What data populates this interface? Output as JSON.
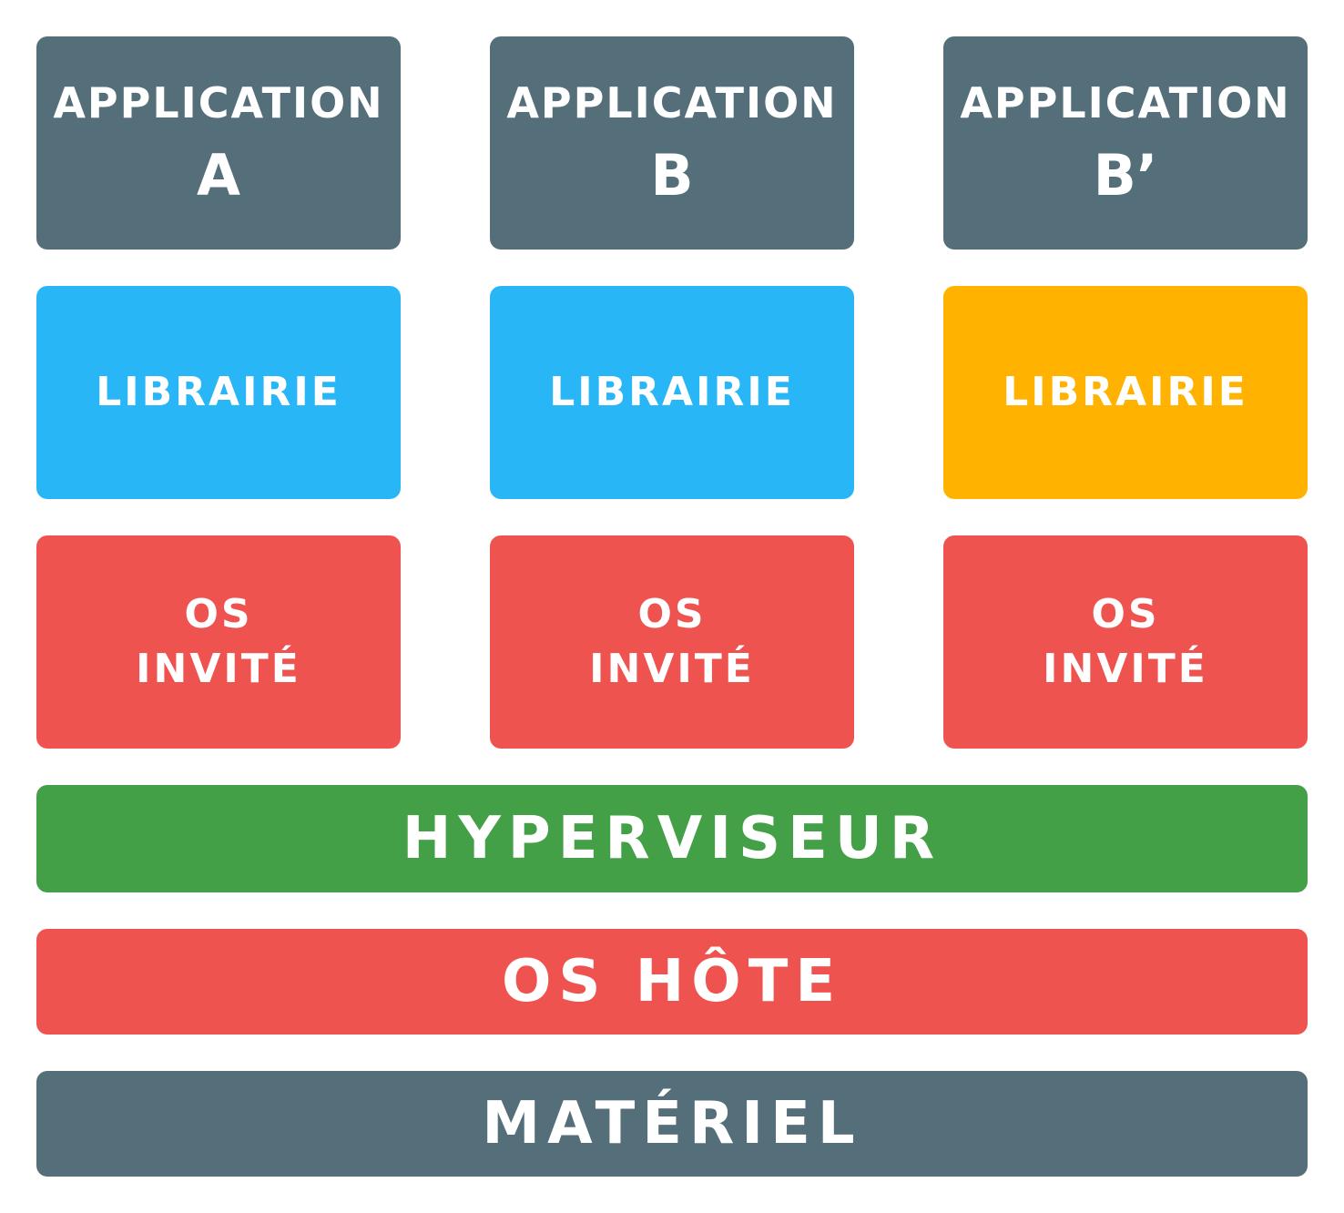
{
  "colors": {
    "application": "#546E7A",
    "library_shared": "#29B6F6",
    "library_variant": "#FFB300",
    "guest_os": "#EF5350",
    "hypervisor": "#43A047",
    "host_os": "#EF5350",
    "hardware": "#546E7A",
    "text": "#FFFFFF",
    "background": "#FFFFFF"
  },
  "columns": [
    {
      "application": {
        "title": "APPLICATION",
        "letter": "A"
      },
      "library": {
        "label": "LIBRAIRIE",
        "color": "#29B6F6"
      },
      "guest_os": {
        "line1": "OS",
        "line2": "INVITÉ"
      }
    },
    {
      "application": {
        "title": "APPLICATION",
        "letter": "B"
      },
      "library": {
        "label": "LIBRAIRIE",
        "color": "#29B6F6"
      },
      "guest_os": {
        "line1": "OS",
        "line2": "INVITÉ"
      }
    },
    {
      "application": {
        "title": "APPLICATION",
        "letter": "B’"
      },
      "library": {
        "label": "LIBRAIRIE",
        "color": "#FFB300"
      },
      "guest_os": {
        "line1": "OS",
        "line2": "INVITÉ"
      }
    }
  ],
  "layers": {
    "hypervisor": "HYPERVISEUR",
    "host_os": "OS HÔTE",
    "hardware": "MATÉRIEL"
  }
}
